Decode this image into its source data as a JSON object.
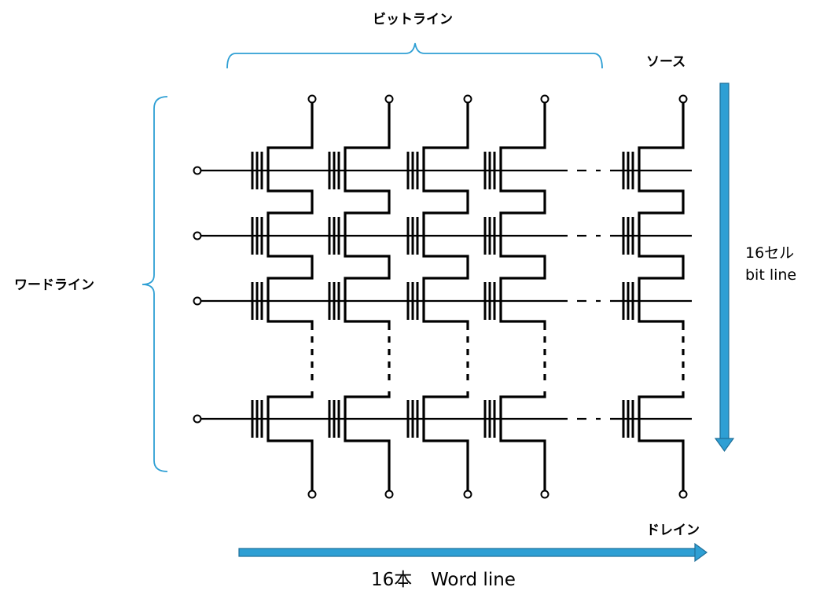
{
  "labels": {
    "bitline": "ビットライン",
    "source": "ソース",
    "wordline": "ワードライン",
    "drain": "ドレイン",
    "cells_count": "16セル",
    "bit_line_en": "bit line",
    "word_count": "16本",
    "word_line_en": "Word line"
  },
  "colors": {
    "accent": "#2E9FD4",
    "accent_dark": "#1F6F99",
    "line": "#000000"
  },
  "icons": {
    "bitline_brace": "curly-brace-top",
    "wordline_brace": "curly-brace-left",
    "cells_arrow": "arrow-down",
    "words_arrow": "arrow-right"
  }
}
